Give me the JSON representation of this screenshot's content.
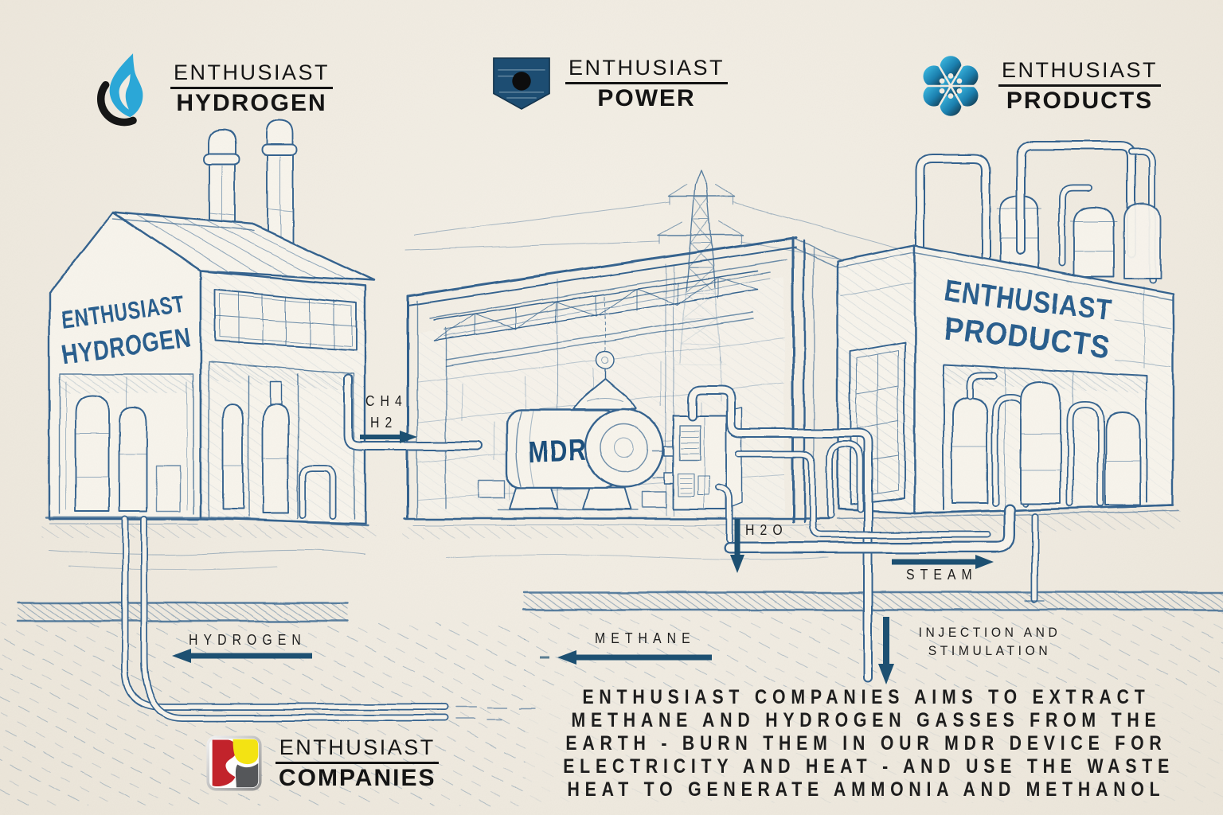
{
  "colors": {
    "paper": "#f0ebe1",
    "face": "#f7f4ec",
    "ink": "#35648f",
    "ink_dark": "#1f4f7b",
    "sign": "#2a5f8e",
    "arrow": "#1d5072",
    "label": "#1d1d1d",
    "logo_text": "#141414",
    "hydrogen_blue": "#2ba7d7",
    "power_navy": "#1d4d72",
    "products_light": "#41c3ea",
    "products_dark": "#132b3a",
    "companies_red": "#c2232b",
    "companies_yellow": "#f3e313",
    "companies_gray": "#55575a"
  },
  "logos": {
    "hydrogen": {
      "icon": "flame-drop-icon",
      "line1": "ENTHUSIAST",
      "line2": "HYDROGEN"
    },
    "power": {
      "icon": "shield-dot-icon",
      "line1": "ENTHUSIAST",
      "line2": "POWER"
    },
    "products": {
      "icon": "molecule-icon",
      "line1": "ENTHUSIAST",
      "line2": "PRODUCTS"
    },
    "companies": {
      "icon": "color-tile-icon",
      "line1": "ENTHUSIAST",
      "line2": "COMPANIES"
    }
  },
  "signs": {
    "hydrogen_building": {
      "line1": "ENTHUSIAST",
      "line2": "HYDROGEN"
    },
    "products_building": {
      "line1": "ENTHUSIAST",
      "line2": "PRODUCTS"
    },
    "mdr_device": "MDR"
  },
  "flow_labels": {
    "ch4": "CH4",
    "h2": "H2",
    "h2o": "H2O",
    "steam": "STEAM",
    "hydrogen": "HYDROGEN",
    "methane": "METHANE",
    "injection_line1": "INJECTION AND",
    "injection_line2": "STIMULATION"
  },
  "description": {
    "lines": [
      "ENTHUSIAST COMPANIES AIMS TO EXTRACT",
      "METHANE AND HYDROGEN GASSES FROM THE",
      "EARTH - BURN THEM IN OUR MDR DEVICE FOR",
      "ELECTRICITY AND HEAT - AND USE THE WASTE",
      "HEAT TO GENERATE AMMONIA AND METHANOL"
    ]
  }
}
